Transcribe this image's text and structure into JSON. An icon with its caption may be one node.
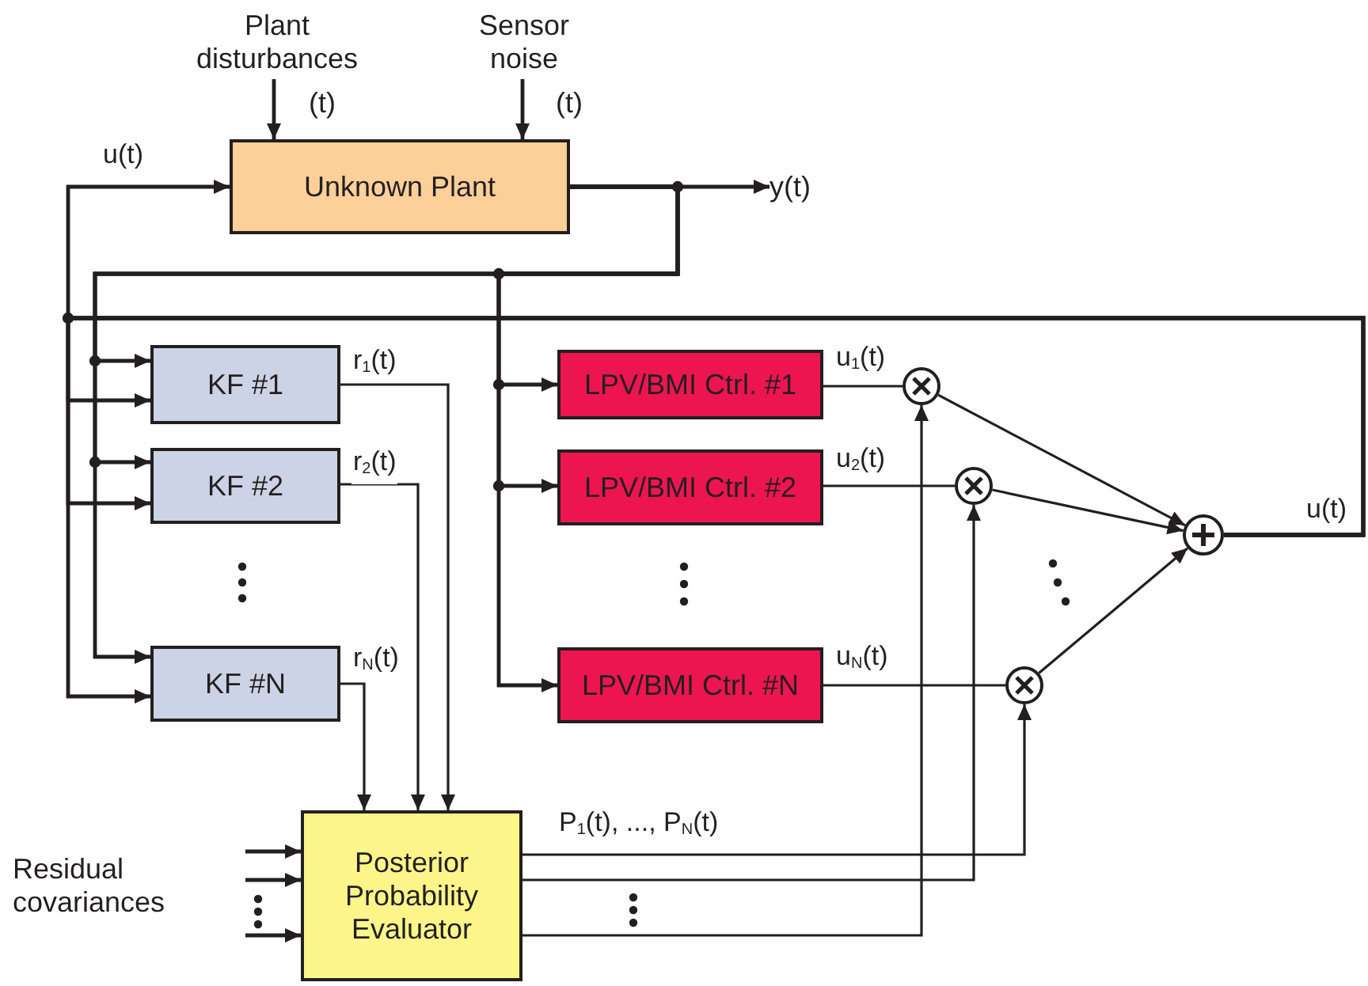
{
  "diagram": {
    "nodes": [
      {
        "text": [
          "Plant disturbances"
        ],
        "beside": [
          "(t)"
        ]
      },
      {
        "text": [
          "Sensor noise"
        ],
        "beside": [
          "(t)"
        ]
      },
      {
        "text": [
          "Unknown Plant"
        ]
      },
      {
        "text": [
          "y(t)"
        ]
      },
      {
        "text": [
          "KF #1"
        ]
      },
      {
        "text": [
          "KF #2"
        ]
      },
      {
        "text": [
          "KF #N"
        ]
      },
      {
        "text": [
          "LPV/BMI Ctrl. #1"
        ]
      },
      {
        "text": [
          "LPV/BMI Ctrl. #2"
        ]
      },
      {
        "text": [
          "LPV/BMI Ctrl. #N"
        ]
      },
      {
        "text": [],
        "shape": "circle"
      },
      {
        "text": [],
        "shape": "circle"
      },
      {
        "text": [],
        "shape": "circle"
      },
      {
        "text": [],
        "shape": "circle"
      },
      {
        "text": [
          "Posterior Probability Evaluator"
        ]
      },
      {
        "text": [
          "Residual covariances"
        ]
      }
    ],
    "edges": [
      {
        "from": 0,
        "to": 2,
        "arrow": "to"
      },
      {
        "from": 1,
        "to": 2,
        "arrow": "to"
      },
      {
        "from": 2,
        "to": 3,
        "arrow": "to"
      },
      {
        "from": 13,
        "to": 2,
        "arrow": "to",
        "label": "u(t)"
      },
      {
        "from": 13,
        "to": 4,
        "arrow": "to"
      },
      {
        "from": 13,
        "to": 5,
        "arrow": "to"
      },
      {
        "from": 13,
        "to": 6,
        "arrow": "to"
      },
      {
        "from": 2,
        "to": 4,
        "arrow": "to"
      },
      {
        "from": 2,
        "to": 5,
        "arrow": "to"
      },
      {
        "from": 2,
        "to": 6,
        "arrow": "to"
      },
      {
        "from": 2,
        "to": 7,
        "arrow": "to"
      },
      {
        "from": 2,
        "to": 8,
        "arrow": "to"
      },
      {
        "from": 2,
        "to": 9,
        "arrow": "to"
      },
      {
        "from": 4,
        "to": 14,
        "arrow": "to",
        "label": "r$_{1}$(t)"
      },
      {
        "from": 5,
        "to": 14,
        "arrow": "to",
        "label": "r$_{2}$(t)"
      },
      {
        "from": 6,
        "to": 14,
        "arrow": "to",
        "label": "r$_{N}$(t)"
      },
      {
        "from": 7,
        "to": 10,
        "arrow": "none",
        "label": "u$_{1}$(t)"
      },
      {
        "from": 8,
        "to": 11,
        "arrow": "none",
        "label": "u$_{2}$(t)"
      },
      {
        "from": 9,
        "to": 12,
        "arrow": "none",
        "label": "u$_{N}$(t)"
      },
      {
        "from": 10,
        "to": 13,
        "arrow": "to"
      },
      {
        "from": 11,
        "to": 13,
        "arrow": "to"
      },
      {
        "from": 12,
        "to": 13,
        "arrow": "to"
      },
      {
        "from": 14,
        "to": 12,
        "arrow": "to"
      },
      {
        "from": 14,
        "to": 11,
        "arrow": "to"
      },
      {
        "from": 14,
        "to": 10,
        "arrow": "to"
      },
      {
        "from": null,
        "to": 14,
        "arrow": "to"
      },
      {
        "from": null,
        "to": 14,
        "arrow": "to"
      },
      {
        "from": null,
        "to": 14,
        "arrow": "to"
      }
    ],
    "labels": [
      "u(t)",
      "P$_{1}$(t), ..., P$_{N}$(t)"
    ]
  }
}
